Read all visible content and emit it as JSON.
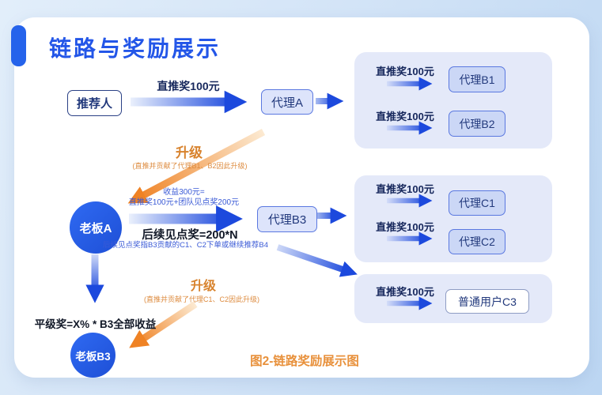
{
  "page": {
    "title": "链路与奖励展示",
    "caption": "图2-链路奖励展示图"
  },
  "nodes": {
    "referrer": "推荐人",
    "agent_a": "代理A",
    "boss_a": "老板A",
    "agent_b3": "代理B3",
    "boss_b3": "老板B3"
  },
  "labels": {
    "direct_top": "直推奖100元",
    "upgrade1": {
      "title": "升级",
      "note": "(直推并贡献了代理B1、B2因此升级)"
    },
    "upgrade2": {
      "title": "升级",
      "note": "(直推并贡献了代理C1、C2因此升级)"
    },
    "income_line1": "收益300元=",
    "income_line2": "直推奖100元+团队见点奖200元",
    "followup_bold": "后续见点奖=200*N",
    "followup_note": "后续见点奖指B3贡献的C1、C2下单或继续推荐B4",
    "peer_reward": "平级奖=X% * B3全部收益"
  },
  "panels": [
    {
      "rows": [
        {
          "label": "直推奖100元",
          "target": "代理B1"
        },
        {
          "label": "直推奖100元",
          "target": "代理B2"
        }
      ]
    },
    {
      "rows": [
        {
          "label": "直推奖100元",
          "target": "代理C1"
        },
        {
          "label": "直推奖100元",
          "target": "代理C2"
        }
      ]
    },
    {
      "rows": [
        {
          "label": "直推奖100元",
          "target": "普通用户C3"
        }
      ]
    }
  ],
  "colors": {
    "primary_blue": "#2563eb",
    "title_blue": "#2356e8",
    "dark_navy_label": "#16275c",
    "arrow_blue": "#1c49dd",
    "arrow_orange": "#ef8224",
    "orange_text": "#d8832e",
    "caption_orange": "#e8913c",
    "panel_bg": "#e4e9f9",
    "inner_node_bg": "#cbd7f6",
    "node_bg": "#dde4fb"
  }
}
